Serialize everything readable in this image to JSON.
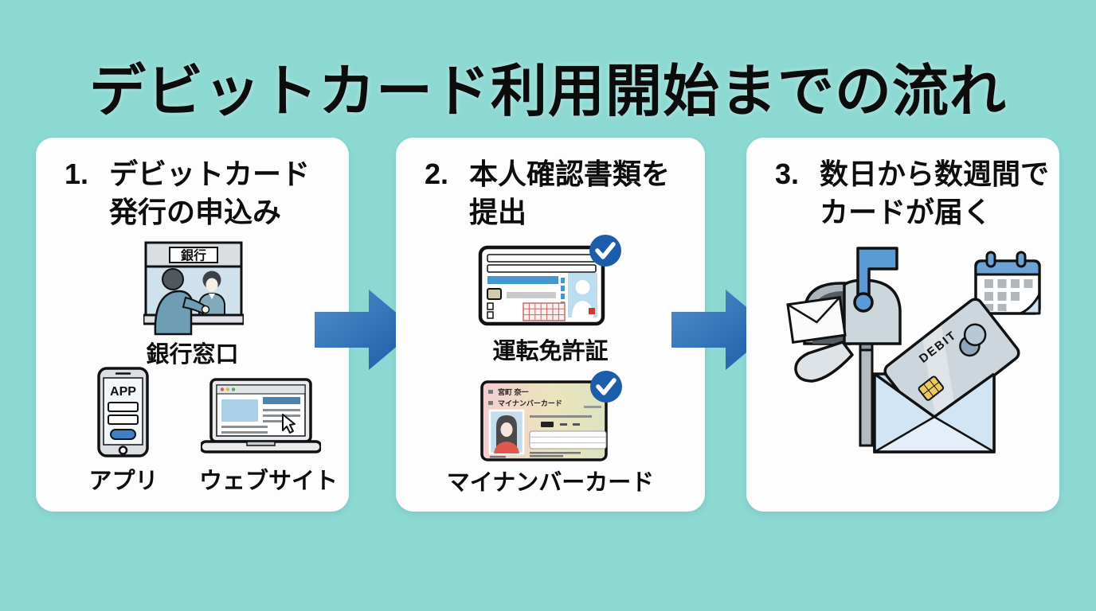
{
  "title": "デビットカード利用開始までの流れ",
  "colors": {
    "background": "#8CD8D2",
    "card_bg": "#FDFDFD",
    "text": "#0d0d0d",
    "arrow_gradient_from": "#4F8FCB",
    "arrow_gradient_to": "#1B5AA5",
    "check_badge_blue": "#1B5CAB",
    "flag_blue": "#5B9BD5",
    "button_blue": "#3D80C4",
    "license_bar_blue": "#4598CF"
  },
  "steps": [
    {
      "number": "1.",
      "title_line1": "デビットカード",
      "title_line2": "発行の申込み",
      "bank_sign": "銀行",
      "bank_label": "銀行窓口",
      "app_screen_text": "APP",
      "app_label": "アプリ",
      "website_label": "ウェブサイト"
    },
    {
      "number": "2.",
      "title_line1": "本人確認書類を",
      "title_line2": "提出",
      "license_label": "運転免許証",
      "mynumber_name": "宮町 奈一",
      "mynumber_card_text": "マイナンバーカード",
      "mynumber_label": "マイナンバーカード"
    },
    {
      "number": "3.",
      "title_line1": "数日から数週間で",
      "title_line2": "カードが届く",
      "debit_text": "DEBIT"
    }
  ]
}
